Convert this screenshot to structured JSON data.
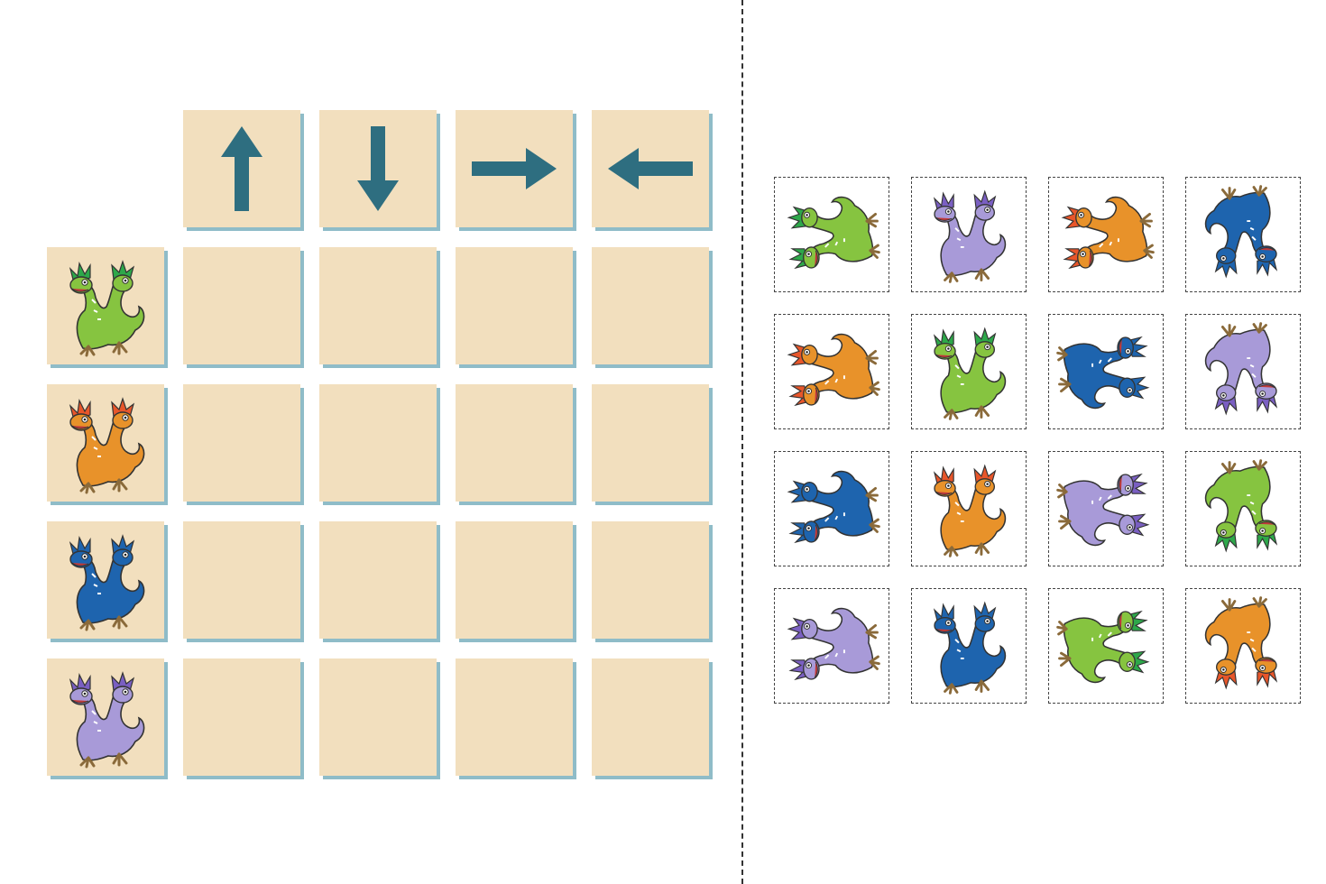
{
  "board": {
    "column_headers": [
      {
        "direction": "up",
        "icon": "arrow-up-icon"
      },
      {
        "direction": "down",
        "icon": "arrow-down-icon"
      },
      {
        "direction": "right",
        "icon": "arrow-right-icon"
      },
      {
        "direction": "left",
        "icon": "arrow-left-icon"
      }
    ],
    "row_headers": [
      {
        "dragon": "green",
        "icon": "green-dragon-icon"
      },
      {
        "dragon": "orange",
        "icon": "orange-dragon-icon"
      },
      {
        "dragon": "blue",
        "icon": "blue-dragon-icon"
      },
      {
        "dragon": "purple",
        "icon": "purple-dragon-icon"
      }
    ],
    "empty_slots_per_row": 4
  },
  "cutout_cards": [
    [
      {
        "dragon": "green",
        "facing": "left"
      },
      {
        "dragon": "purple",
        "facing": "up"
      },
      {
        "dragon": "orange",
        "facing": "left"
      },
      {
        "dragon": "blue",
        "facing": "down"
      }
    ],
    [
      {
        "dragon": "orange",
        "facing": "left"
      },
      {
        "dragon": "green",
        "facing": "up"
      },
      {
        "dragon": "blue",
        "facing": "right"
      },
      {
        "dragon": "purple",
        "facing": "down"
      }
    ],
    [
      {
        "dragon": "blue",
        "facing": "left"
      },
      {
        "dragon": "orange",
        "facing": "up"
      },
      {
        "dragon": "purple",
        "facing": "right"
      },
      {
        "dragon": "green",
        "facing": "down"
      }
    ],
    [
      {
        "dragon": "purple",
        "facing": "left"
      },
      {
        "dragon": "blue",
        "facing": "up"
      },
      {
        "dragon": "green",
        "facing": "right"
      },
      {
        "dragon": "orange",
        "facing": "down"
      }
    ]
  ],
  "colors": {
    "tile": "#f2dfbe",
    "tile_shadow": "#8fbcc8",
    "arrow": "#2e6e80",
    "green": "#86c440",
    "orange": "#e8922a",
    "blue": "#1e64ae",
    "purple": "#a89ad8",
    "crest_green": "#2da84a",
    "crest_orange": "#e8562a",
    "crest_blue": "#1e64ae",
    "crest_purple": "#7a5fc2"
  }
}
